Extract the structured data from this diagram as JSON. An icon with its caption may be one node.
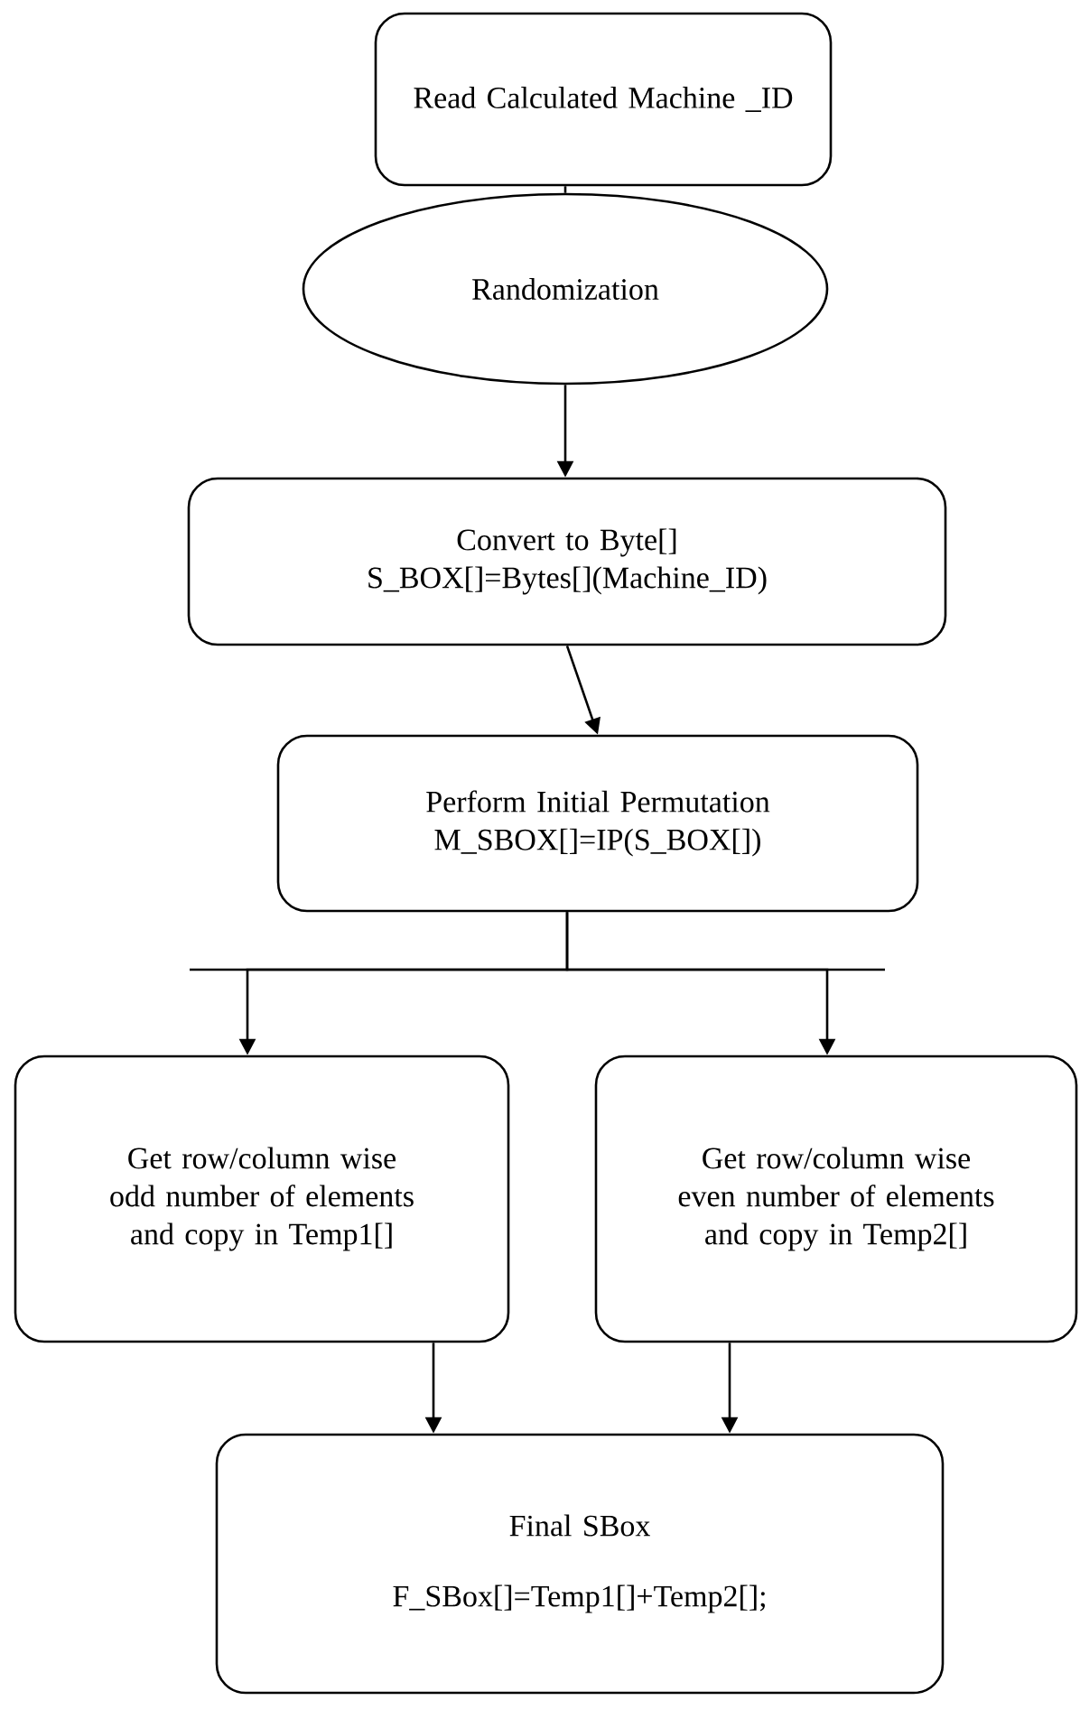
{
  "diagram": {
    "nodes": [
      {
        "text": [
          "Read Calculated Machine _ID"
        ]
      },
      {
        "text": [
          "Randomization"
        ]
      },
      {
        "text": [
          "Convert to Byte[]",
          "S_BOX[]=Bytes[](Machine_ID)"
        ]
      },
      {
        "text": [
          "Perform Initial Permutation",
          "M_SBOX[]=IP(S_BOX[])"
        ]
      },
      {
        "text": [
          "Get row/column wise odd number of elements and copy in Temp1[]"
        ]
      },
      {
        "text": [
          "Get row/column wise even number of elements and copy in Temp2[]"
        ]
      },
      {
        "text": [
          "Final SBox",
          "F_SBox[]=Temp1[]+Temp2[];"
        ]
      }
    ],
    "edges": [
      {
        "from": 0,
        "to": 1,
        "arrow": "none"
      },
      {
        "from": 1,
        "to": 2,
        "arrow": "to"
      },
      {
        "from": 2,
        "to": 3,
        "arrow": "to"
      },
      {
        "from": 3,
        "to": 4,
        "arrow": "to"
      },
      {
        "from": 3,
        "to": 5,
        "arrow": "to"
      },
      {
        "from": 4,
        "to": 6,
        "arrow": "to"
      },
      {
        "from": 5,
        "to": 6,
        "arrow": "to"
      }
    ]
  }
}
